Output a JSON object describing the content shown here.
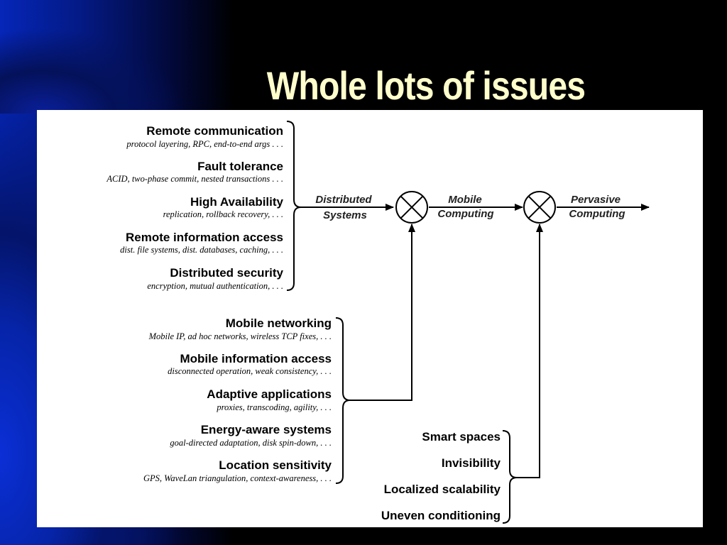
{
  "slide": {
    "title": "Whole lots of issues"
  },
  "diagram": {
    "distributed_group": [
      {
        "title": "Remote communication",
        "subtitle": "protocol layering, RPC, end-to-end args . . ."
      },
      {
        "title": "Fault tolerance",
        "subtitle": "ACID, two-phase commit, nested transactions . . ."
      },
      {
        "title": "High Availability",
        "subtitle": "replication, rollback recovery, . . ."
      },
      {
        "title": "Remote information access",
        "subtitle": "dist. file systems, dist. databases, caching, . . ."
      },
      {
        "title": "Distributed security",
        "subtitle": "encryption, mutual authentication, . . ."
      }
    ],
    "mobile_group": [
      {
        "title": "Mobile networking",
        "subtitle": "Mobile IP, ad hoc networks, wireless TCP fixes, . . ."
      },
      {
        "title": "Mobile information access",
        "subtitle": "disconnected operation, weak consistency, . . ."
      },
      {
        "title": "Adaptive applications",
        "subtitle": "proxies, transcoding, agility, . . ."
      },
      {
        "title": "Energy-aware systems",
        "subtitle": "goal-directed adaptation, disk spin-down, . . ."
      },
      {
        "title": "Location sensitivity",
        "subtitle": "GPS, WaveLan triangulation, context-awareness, . . ."
      }
    ],
    "pervasive_group": [
      "Smart spaces",
      "Invisibility",
      "Localized scalability",
      "Uneven conditioning"
    ],
    "stages": {
      "distributed": [
        "Distributed",
        "Systems"
      ],
      "mobile": [
        "Mobile",
        "Computing"
      ],
      "pervasive": [
        "Pervasive",
        "Computing"
      ]
    }
  }
}
